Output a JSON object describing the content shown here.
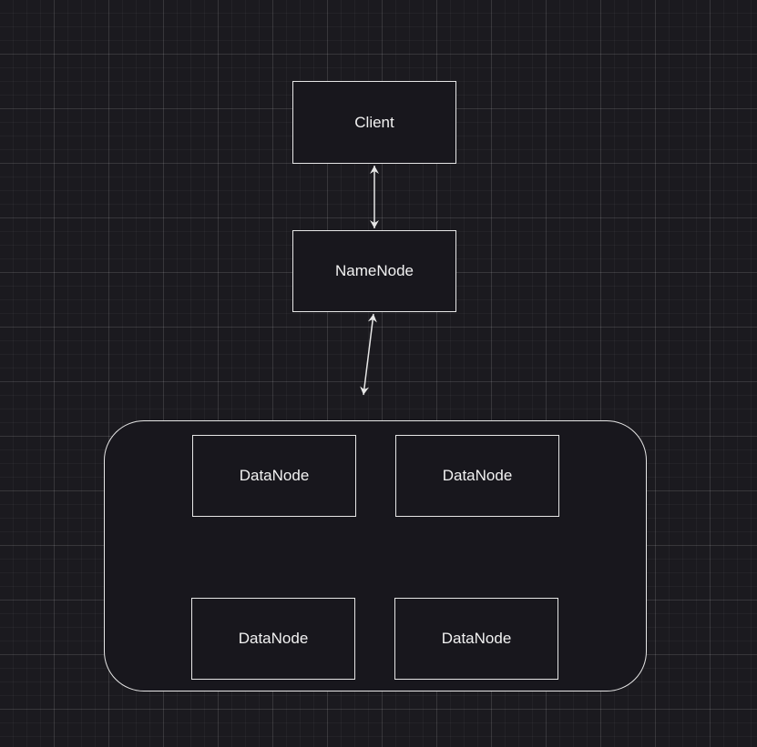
{
  "diagram": {
    "client": {
      "label": "Client"
    },
    "namenode": {
      "label": "NameNode"
    },
    "datanodes": [
      {
        "label": "DataNode"
      },
      {
        "label": "DataNode"
      },
      {
        "label": "DataNode"
      },
      {
        "label": "DataNode"
      }
    ],
    "edges": [
      {
        "from": "Client",
        "to": "NameNode",
        "direction": "bidirectional"
      },
      {
        "from": "NameNode",
        "to": "DataNode cluster",
        "direction": "bidirectional"
      }
    ],
    "colors": {
      "background": "#1b1a1f",
      "stroke": "#e6e6e6",
      "text": "#f2f2f2",
      "fill": "#18171d"
    }
  }
}
